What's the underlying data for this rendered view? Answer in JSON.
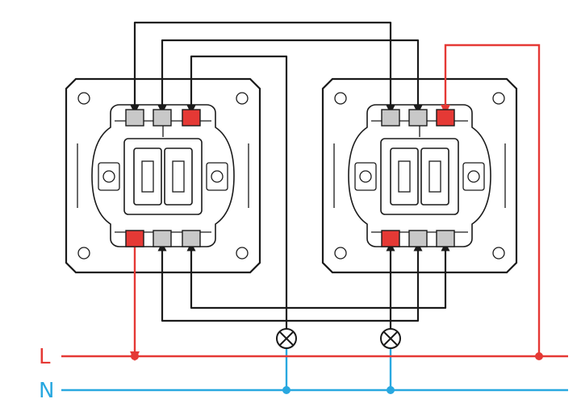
{
  "labels": {
    "line": "L",
    "neutral": "N"
  },
  "colors": {
    "line": "#e53935",
    "neutral": "#29a8e0",
    "control": "#1a1a1a",
    "terminal_live": "#e53935",
    "terminal_idle": "#c8c8c8"
  },
  "components": {
    "switch_left": "double-gang-switch",
    "switch_right": "double-gang-switch",
    "lamps": [
      "lamp-icon",
      "lamp-icon"
    ]
  }
}
